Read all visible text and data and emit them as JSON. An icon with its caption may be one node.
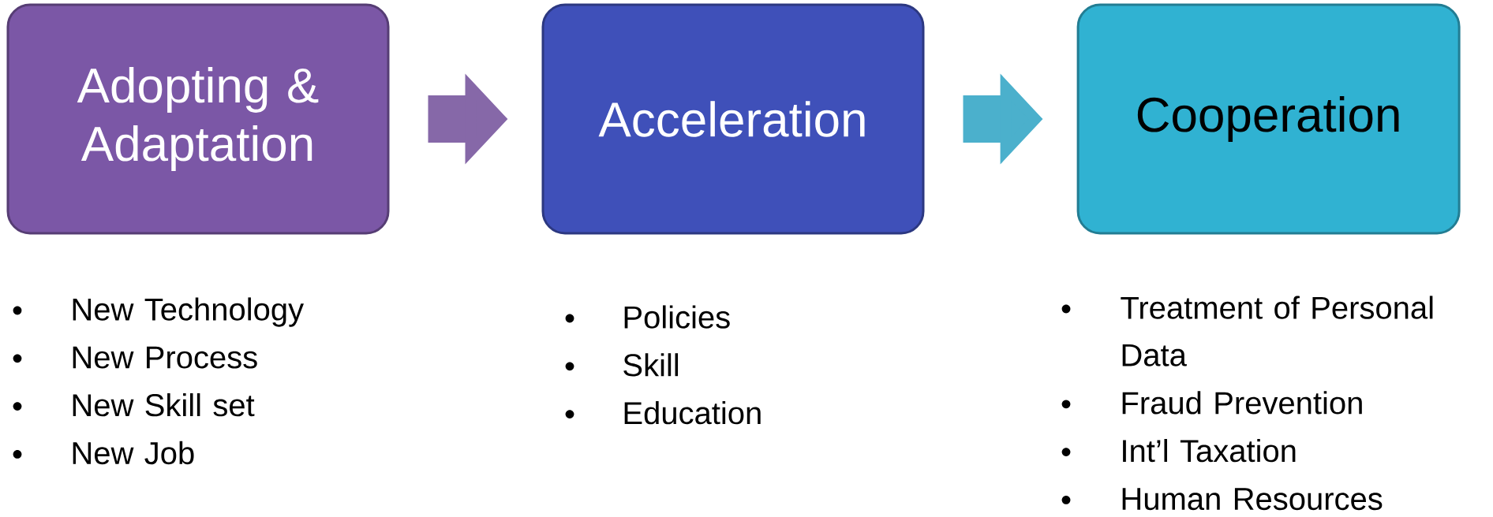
{
  "diagram": {
    "nodes": [
      {
        "text": [
          "Adopting & Adaptation"
        ],
        "beside": [
          "New Technology",
          "New Process",
          "New Skill set",
          "New Job"
        ]
      },
      {
        "text": [
          "Acceleration"
        ],
        "beside": [
          "Policies",
          "Skill",
          "Education"
        ]
      },
      {
        "text": [
          "Cooperation"
        ],
        "beside": [
          "Treatment of Personal Data",
          "Fraud Prevention",
          "Int’l Taxation",
          "Human Resources"
        ]
      }
    ],
    "edges": [
      {
        "from": 0,
        "to": 1,
        "arrow": "to",
        "color": "#8668a8"
      },
      {
        "from": 1,
        "to": 2,
        "arrow": "to",
        "color": "#4bb0cc"
      }
    ]
  }
}
